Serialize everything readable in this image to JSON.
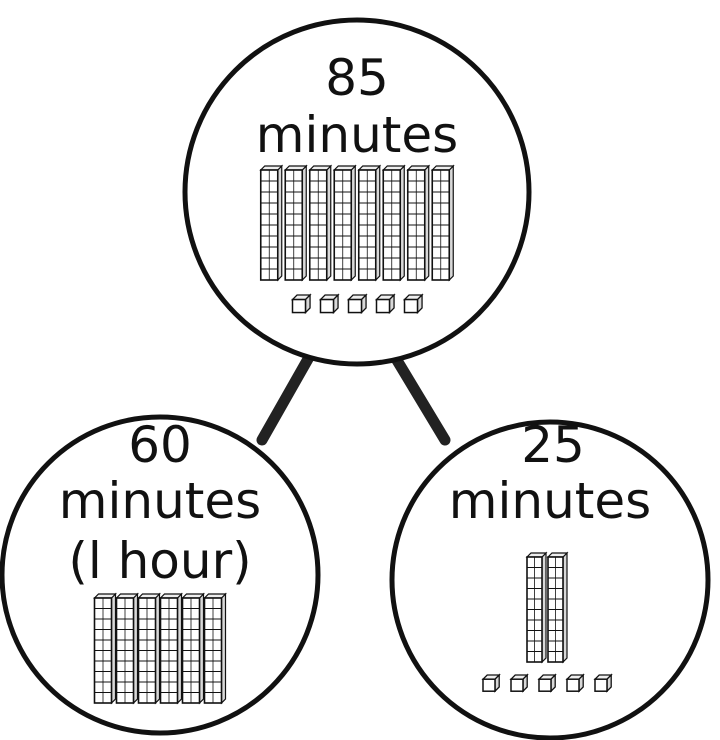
{
  "number_bond": {
    "whole": {
      "value": "85",
      "unit": "minutes",
      "tens": 8,
      "ones": 5
    },
    "left_part": {
      "value": "60",
      "unit": "minutes",
      "note": "(l hour)",
      "tens": 6,
      "ones": 0
    },
    "right_part": {
      "value": "25",
      "unit": "minutes",
      "tens": 2,
      "ones": 5
    }
  },
  "colors": {
    "ink": "#111111",
    "connector": "#333333",
    "block_fill": "#ffffff"
  }
}
